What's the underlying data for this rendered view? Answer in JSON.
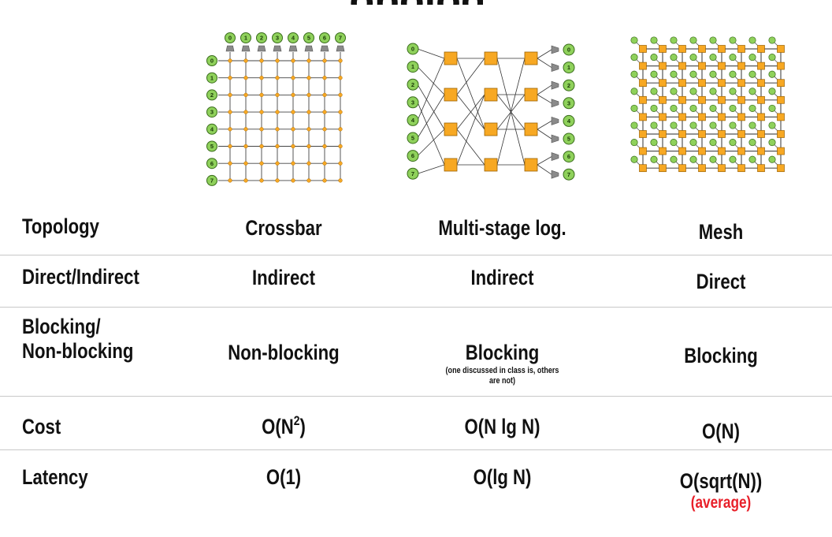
{
  "title_fragment": "opolog",
  "diagrams": {
    "crossbar": {
      "inputs": [
        "0",
        "1",
        "2",
        "3",
        "4",
        "5",
        "6",
        "7"
      ],
      "outputs": [
        "0",
        "1",
        "2",
        "3",
        "4",
        "5",
        "6",
        "7"
      ]
    },
    "multistage": {
      "inputs": [
        "0",
        "1",
        "2",
        "3",
        "4",
        "5",
        "6",
        "7"
      ],
      "outputs": [
        "0",
        "1",
        "2",
        "3",
        "4",
        "5",
        "6",
        "7"
      ]
    }
  },
  "colors": {
    "node_green": "#8fd15b",
    "switch_orange": "#f7a823",
    "red": "#e8202a"
  },
  "table": {
    "rows": [
      {
        "label": "Topology",
        "crossbar": "Crossbar",
        "multistage": "Multi-stage log.",
        "mesh": "Mesh"
      },
      {
        "label": "Direct/Indirect",
        "crossbar": "Indirect",
        "multistage": "Indirect",
        "mesh": "Direct"
      },
      {
        "label_line1": "Blocking/",
        "label_line2": "Non-blocking",
        "crossbar": "Non-blocking",
        "multistage": "Blocking",
        "multistage_note_line1": "(one discussed in class is, others",
        "multistage_note_line2": "are not)",
        "mesh": "Blocking"
      },
      {
        "label": "Cost",
        "crossbar_base": "O(N",
        "crossbar_sup": "2",
        "crossbar_end": ")",
        "multistage": "O(N lg N)",
        "mesh": "O(N)"
      },
      {
        "label": "Latency",
        "crossbar": "O(1)",
        "multistage": "O(lg N)",
        "mesh": "O(sqrt(N))",
        "mesh_note": "(average)"
      }
    ]
  }
}
